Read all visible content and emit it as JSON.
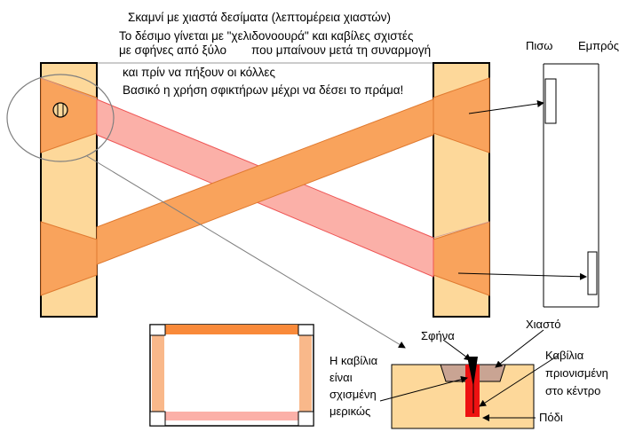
{
  "notes": {
    "line1": "Σκαμνί με χιαστά δεσίματα (λεπτομέρεια χιαστών)",
    "line2": "Το δέσιμο γίνεται με \"χελιδονοουρά\" και καβίλες σχιστές",
    "line3_a": "με σφήνες από ξύλο",
    "line3_b": "που μπαίνουν μετά τη συναρμογή",
    "line4": "και πρίν να πήξουν οι κόλλες",
    "line5": "Βασικό η χρήση σφικτήρων μέχρι να δέσει το πράμα!"
  },
  "side_view": {
    "back_label": "Πισω",
    "front_label": "Εμπρός"
  },
  "detail": {
    "wedge_label": "Σφήνα",
    "cross_label": "Χιαστό",
    "split_dowel_line1": "Η καβίλια",
    "split_dowel_line2": "είναι",
    "split_dowel_line3": "σχισμένη",
    "split_dowel_line4": "μερικώς",
    "sawn_dowel_line1": "Καβίλια",
    "sawn_dowel_line2": "πριονισμένη",
    "sawn_dowel_line3": "στο κέντρο",
    "leg_label": "Πόδι"
  },
  "colors": {
    "leg_fill": "#fdd89a",
    "cross_orange": "#f9a35c",
    "cross_pink": "#fbb0a8",
    "dowel_red": "#ee1111",
    "cross_brown": "#c9a493"
  }
}
